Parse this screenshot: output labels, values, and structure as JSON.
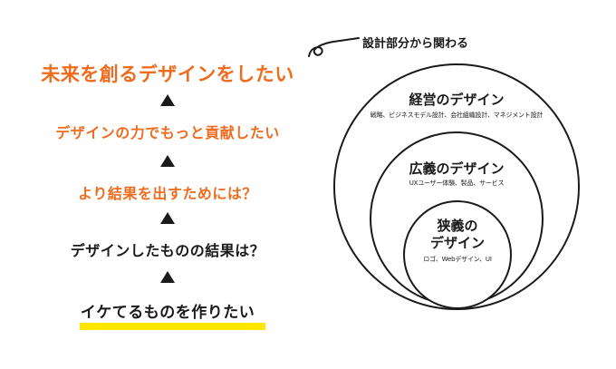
{
  "ladder": {
    "steps": [
      "未来を創るデザインをしたい",
      "デザインの力でもっと貢献したい",
      "より結果を出すためには？",
      "デザインしたものの結果は？",
      "イケてるものを作りたい"
    ]
  },
  "callout": {
    "text": "設計部分から関わる"
  },
  "circles": {
    "outer": {
      "title": "経営のデザイン",
      "subtitle": "戦略、ビジネスモデル設計、会社組織設計、マネジメント設計"
    },
    "middle": {
      "title": "広義のデザイン",
      "subtitle": "UXユーザー体験、製品、サービス"
    },
    "inner": {
      "title_line1": "狭義の",
      "title_line2": "デザイン",
      "subtitle": "ロゴ、Webデザイン、UI"
    }
  },
  "colors": {
    "accent": "#ef6c1f",
    "text": "#1a1a1a",
    "highlight": "#ffe600"
  }
}
